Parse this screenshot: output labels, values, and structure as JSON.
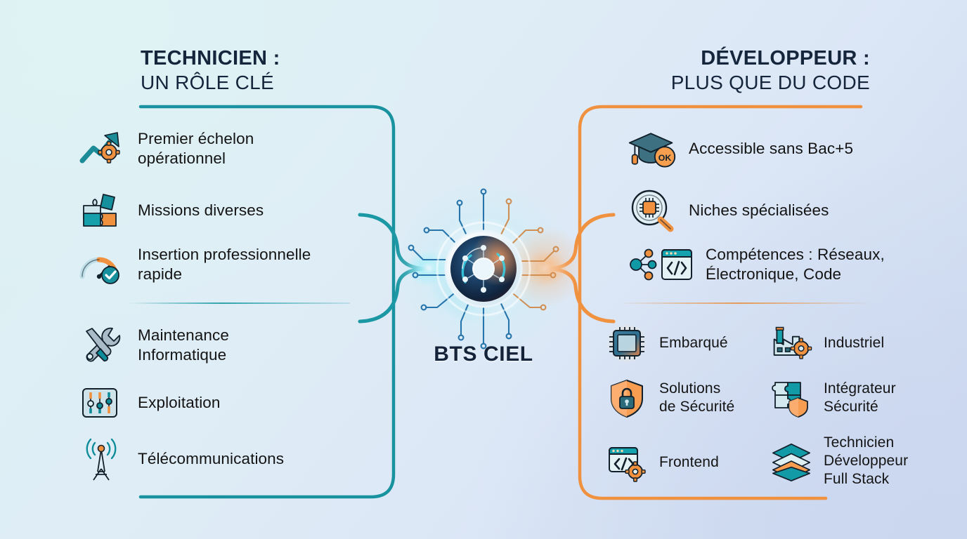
{
  "center": {
    "label": "BTS CIEL",
    "icon": "circuit-chip-hub-icon"
  },
  "colors": {
    "teal": "#17929e",
    "teal_dark": "#17707c",
    "orange": "#f0913f",
    "heading": "#15253c",
    "body_text": "#141414",
    "bg_top_left": "#dcf0f3",
    "bg_bottom_right": "#ccd8ef"
  },
  "left": {
    "heading_line1": "TECHNICIEN :",
    "heading_line2": "UN RÔLE CLÉ",
    "accent": "#17929e",
    "items_primary": [
      {
        "icon": "growth-arrow-gear-icon",
        "label": "Premier échelon\nopérationnel"
      },
      {
        "icon": "puzzle-pieces-icon",
        "label": "Missions diverses"
      },
      {
        "icon": "speedometer-check-icon",
        "label": "Insertion professionnelle\nrapide"
      }
    ],
    "items_secondary": [
      {
        "icon": "wrench-screwdriver-icon",
        "label": "Maintenance\nInformatique"
      },
      {
        "icon": "sliders-panel-icon",
        "label": "Exploitation"
      },
      {
        "icon": "antenna-tower-icon",
        "label": "Télécommunications"
      }
    ]
  },
  "right": {
    "heading_line1": "DÉVELOPPEUR :",
    "heading_line2": "PLUS QUE DU CODE",
    "accent": "#f0913f",
    "items_primary": [
      {
        "icon": "graduation-cap-ok-icon",
        "label": "Accessible sans Bac+5",
        "badge": "OK"
      },
      {
        "icon": "magnifier-chip-icon",
        "label": "Niches spécialisées"
      },
      {
        "icon": "network-code-window-icon",
        "label": "Compétences : Réseaux,\nÉlectronique, Code"
      }
    ],
    "items_grid_left": [
      {
        "icon": "microchip-icon",
        "label": "Embarqué"
      },
      {
        "icon": "shield-lock-icon",
        "label": "Solutions\nde Sécurité"
      },
      {
        "icon": "code-window-gear-icon",
        "label": "Frontend"
      }
    ],
    "items_grid_right": [
      {
        "icon": "factory-gear-icon",
        "label": "Industriel"
      },
      {
        "icon": "puzzle-shield-icon",
        "label": "Intégrateur\nSécurité"
      },
      {
        "icon": "layers-stack-icon",
        "label": "Technicien\nDéveloppeur\nFull Stack"
      }
    ]
  }
}
